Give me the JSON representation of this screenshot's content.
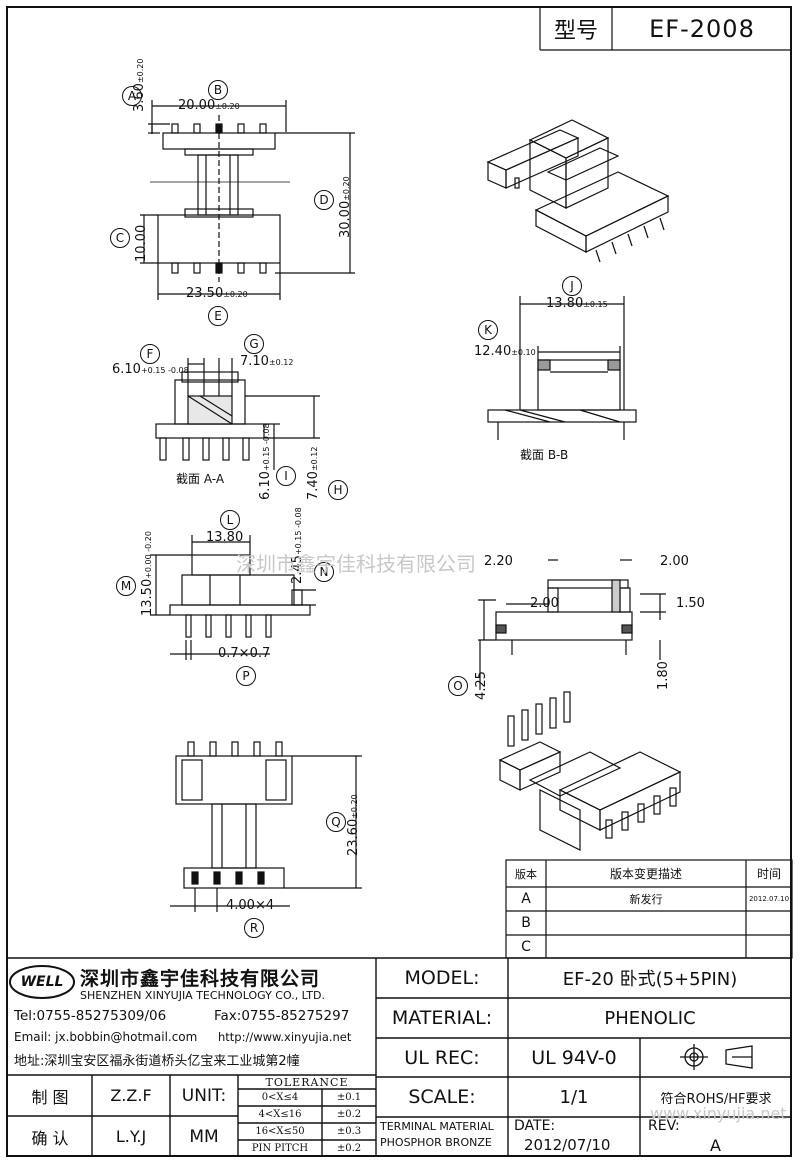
{
  "header": {
    "model_label": "型号",
    "model_value": "EF-2008"
  },
  "dims": {
    "A": {
      "letter": "A",
      "text": "3.60",
      "tol": "±0.20"
    },
    "B": {
      "letter": "B",
      "text": "20.00",
      "tol": "±0.20"
    },
    "C": {
      "letter": "C",
      "text": "10.00"
    },
    "D": {
      "letter": "D",
      "text": "30.00",
      "tol": "±0.20"
    },
    "E": {
      "letter": "E",
      "text": "23.50",
      "tol": "±0.20"
    },
    "F": {
      "letter": "F",
      "text": "6.10",
      "tol": "+0.15 -0.08"
    },
    "G": {
      "letter": "G",
      "text": "7.10",
      "tol": "±0.12"
    },
    "H": {
      "letter": "H",
      "text": "7.40",
      "tol": "±0.12"
    },
    "I": {
      "letter": "I",
      "text": "6.10",
      "tol": "+0.15 -0.08"
    },
    "J": {
      "letter": "J",
      "text": "13.80",
      "tol": "±0.15"
    },
    "K": {
      "letter": "K",
      "text": "12.40",
      "tol": "±0.10"
    },
    "L": {
      "letter": "L",
      "text": "13.80"
    },
    "M": {
      "letter": "M",
      "text": "13.50",
      "tol": "+0.00 -0.20"
    },
    "N": {
      "letter": "N",
      "text": "2.45",
      "tol": "+0.15 -0.08"
    },
    "O": {
      "letter": "O",
      "text": "4.25"
    },
    "P": {
      "letter": "P",
      "text": "0.7×0.7"
    },
    "Q": {
      "letter": "Q",
      "text": "23.60",
      "tol": "±0.20"
    },
    "R": {
      "letter": "R",
      "text": "4.00×4"
    },
    "x220": "2.20",
    "x200a": "2.00",
    "x200b": "2.00",
    "x150": "1.50",
    "x180": "1.80"
  },
  "sections": {
    "aa": "截面 A-A",
    "bb": "截面 B-B"
  },
  "watermark": {
    "center": "深圳市鑫宇佳科技有限公司",
    "corner": "www.xinyujia.net"
  },
  "revision": {
    "headers": [
      "版本",
      "版本变更描述",
      "时间"
    ],
    "rows": [
      {
        "ver": "A",
        "desc": "新发行",
        "date": "2012.07.10"
      },
      {
        "ver": "B",
        "desc": "",
        "date": ""
      },
      {
        "ver": "C",
        "desc": "",
        "date": ""
      }
    ]
  },
  "company": {
    "logo": "WELL",
    "name_cn": "深圳市鑫宇佳科技有限公司",
    "name_en": "SHENZHEN XINYUJIA TECHNOLOGY CO., LTD.",
    "tel": "Tel:0755-85275309/06",
    "fax": "Fax:0755-85275297",
    "email": "Email: jx.bobbin@hotmail.com",
    "http": "http://www.xinyujia.net",
    "address": "地址:深圳宝安区福永街道桥头亿宝来工业城第2幢"
  },
  "titleblock": {
    "model_label": "MODEL:",
    "model_value": "EF-20 卧式(5+5PIN)",
    "material_label": "MATERIAL:",
    "material_value": "PHENOLIC",
    "ulrec_label": "UL REC:",
    "ulrec_value": "UL 94V-0",
    "scale_label": "SCALE:",
    "scale_value": "1/1",
    "compliance": "符合ROHS/HF要求",
    "terminal_material": "TERMINAL MATERIAL",
    "phosphor_bronze": "PHOSPHOR BRONZE",
    "date_label": "DATE:",
    "date_value": "2012/07/10",
    "rev_label": "REV:",
    "rev_value": "A",
    "drawn_label": "制 图",
    "drawn_value": "Z.Z.F",
    "check_label": "确 认",
    "check_value": "L.Y.J",
    "unit_label": "UNIT:",
    "unit_value": "MM",
    "tolerance_title": "TOLERANCE",
    "tolerance_rows": [
      {
        "range": "0<X≤4",
        "tol": "±0.1"
      },
      {
        "range": "4<X≤16",
        "tol": "±0.2"
      },
      {
        "range": "16<X≤50",
        "tol": "±0.3"
      },
      {
        "range": "PIN PITCH",
        "tol": "±0.2"
      }
    ]
  }
}
